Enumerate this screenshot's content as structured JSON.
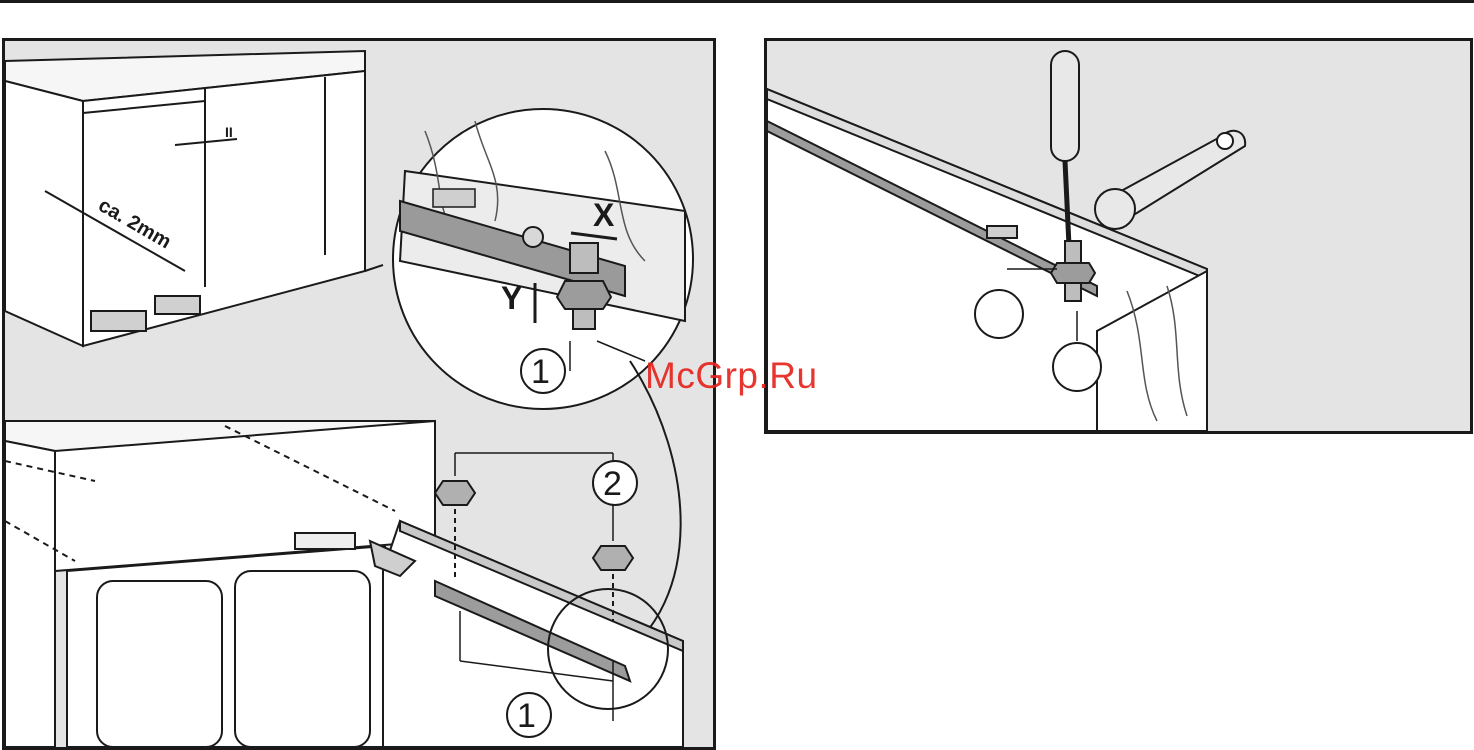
{
  "diagram_left": {
    "gap_label": "ca. 2mm",
    "parallel_mark": "II",
    "axis_x": "X",
    "axis_y": "Y",
    "callout_1": "1",
    "callout_2": "2",
    "callout_1_bottom": "1"
  },
  "diagram_right": {
    "callout_blank_a": "",
    "callout_blank_b": ""
  },
  "watermark": {
    "text": "McGrp.Ru",
    "color": "#e6251e"
  },
  "colors": {
    "line": "#1a1a1a",
    "background": "#e4e4e4",
    "surface": "#ffffff",
    "metal": "#8a8a8a"
  }
}
